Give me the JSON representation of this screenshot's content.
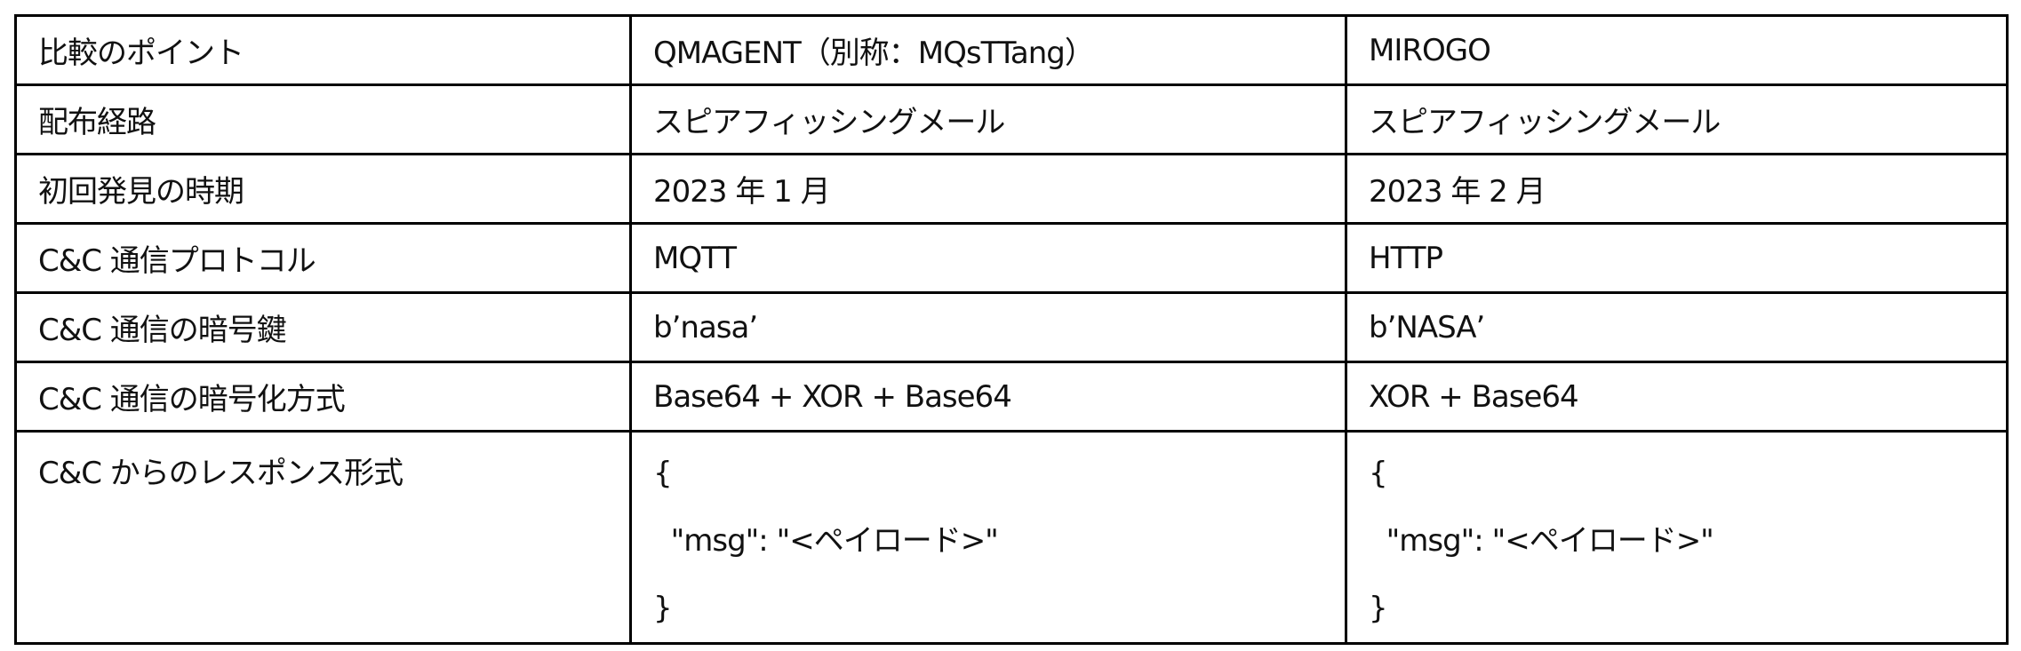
{
  "rows": [
    {
      "label": "比較のポイント",
      "a": "QMAGENT（別称：MQsTTang）",
      "b": "MIROGO"
    },
    {
      "label": "配布経路",
      "a": "スピアフィッシングメール",
      "b": "スピアフィッシングメール"
    },
    {
      "label": "初回発見の時期",
      "a": "2023 年 1 月",
      "b": "2023 年 2 月"
    },
    {
      "label": "C&C 通信プロトコル",
      "a": "MQTT",
      "b": "HTTP"
    },
    {
      "label": "C&C 通信の暗号鍵",
      "a": "b’nasa’",
      "b": "b’NASA’"
    },
    {
      "label": "C&C 通信の暗号化方式",
      "a": "Base64 + XOR + Base64",
      "b": "XOR + Base64"
    }
  ],
  "response": {
    "label": "C&C からのレスポンス形式",
    "a": [
      "{",
      "  \"msg\": \"<ペイロード>\"",
      "}"
    ],
    "b": [
      "{",
      "  \"msg\": \"<ペイロード>\"",
      "}"
    ]
  }
}
